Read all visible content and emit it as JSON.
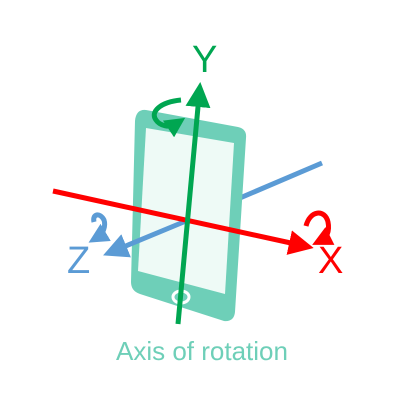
{
  "axes": {
    "x": {
      "label": "X",
      "color": "#ff0000"
    },
    "y": {
      "label": "Y",
      "color": "#00a651"
    },
    "z": {
      "label": "Z",
      "color": "#5b9bd5"
    }
  },
  "phone": {
    "fill": "#6ecfb8",
    "screen_fill": "#eefaf6"
  },
  "caption": "Axis of rotation",
  "caption_color": "#6ecfb8",
  "icons": [
    "phone-icon",
    "rotation-arrow-icon"
  ]
}
